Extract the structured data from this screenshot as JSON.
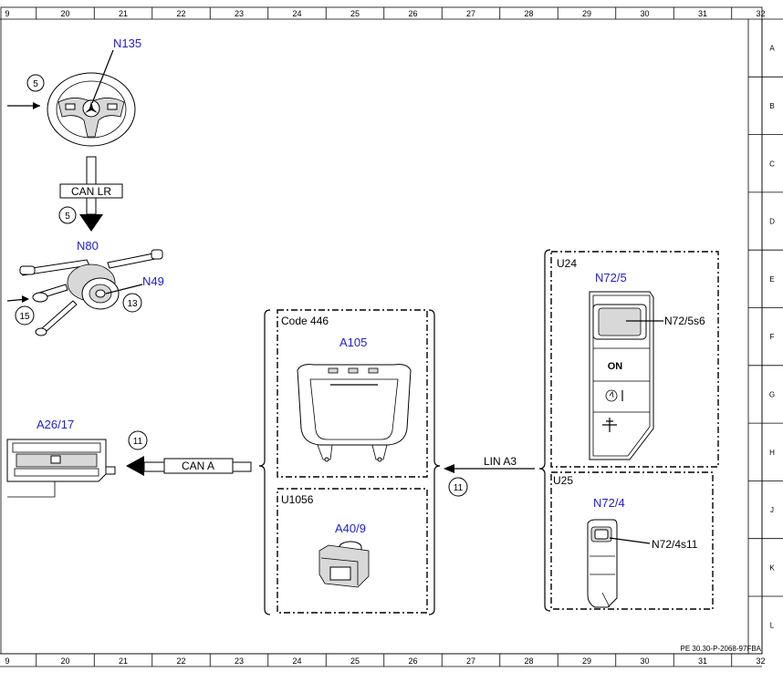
{
  "grid": {
    "columns": [
      "9",
      "20",
      "21",
      "22",
      "23",
      "24",
      "25",
      "26",
      "27",
      "28",
      "29",
      "30",
      "31",
      "32"
    ],
    "rows": [
      "A",
      "B",
      "C",
      "D",
      "E",
      "F",
      "G",
      "H",
      "J",
      "K",
      "L"
    ]
  },
  "components": {
    "n135": "N135",
    "n80": "N80",
    "n49": "N49",
    "a26_17": "A26/17",
    "a105": "A105",
    "a40_9": "A40/9",
    "n72_5": "N72/5",
    "n72_5s6": "N72/5s6",
    "n72_4": "N72/4",
    "n72_4s11": "N72/4s11"
  },
  "groups": {
    "code446": "Code 446",
    "u1056": "U1056",
    "u24": "U24",
    "u25": "U25"
  },
  "buses": {
    "can_lr": "CAN LR",
    "can_a": "CAN A",
    "lin_a3": "LIN A3"
  },
  "markers": {
    "m5a": "5",
    "m5b": "5",
    "m15": "15",
    "m13": "13",
    "m11a": "11",
    "m11b": "11"
  },
  "switch_labels": {
    "on": "ON"
  },
  "footer": {
    "doc_ref": "PE 30.30-P-2068-97FBA"
  },
  "colors": {
    "label_blue": "#2020d0",
    "line": "#000000"
  }
}
